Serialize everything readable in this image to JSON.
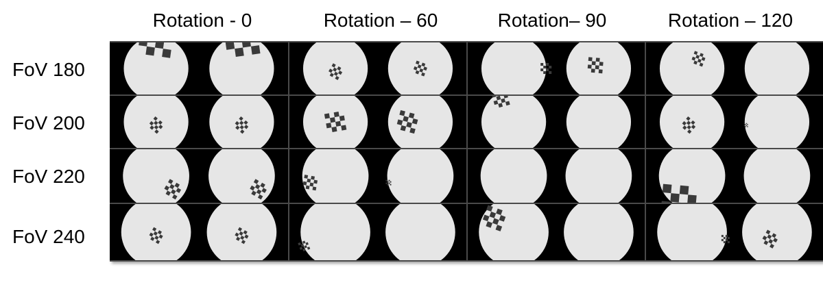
{
  "columns": [
    {
      "label": "Rotation - 0"
    },
    {
      "label": "Rotation – 60"
    },
    {
      "label": "Rotation– 90"
    },
    {
      "label": "Rotation – 120"
    }
  ],
  "rows": [
    {
      "label": "FoV 180"
    },
    {
      "label": "FoV 200"
    },
    {
      "label": "FoV 220"
    },
    {
      "label": "FoV 240"
    }
  ],
  "colors": {
    "background": "#000000",
    "fisheye_disc": "#e6e6e6",
    "pattern": "#3a3a3a",
    "frame": "#4a4a4a"
  }
}
